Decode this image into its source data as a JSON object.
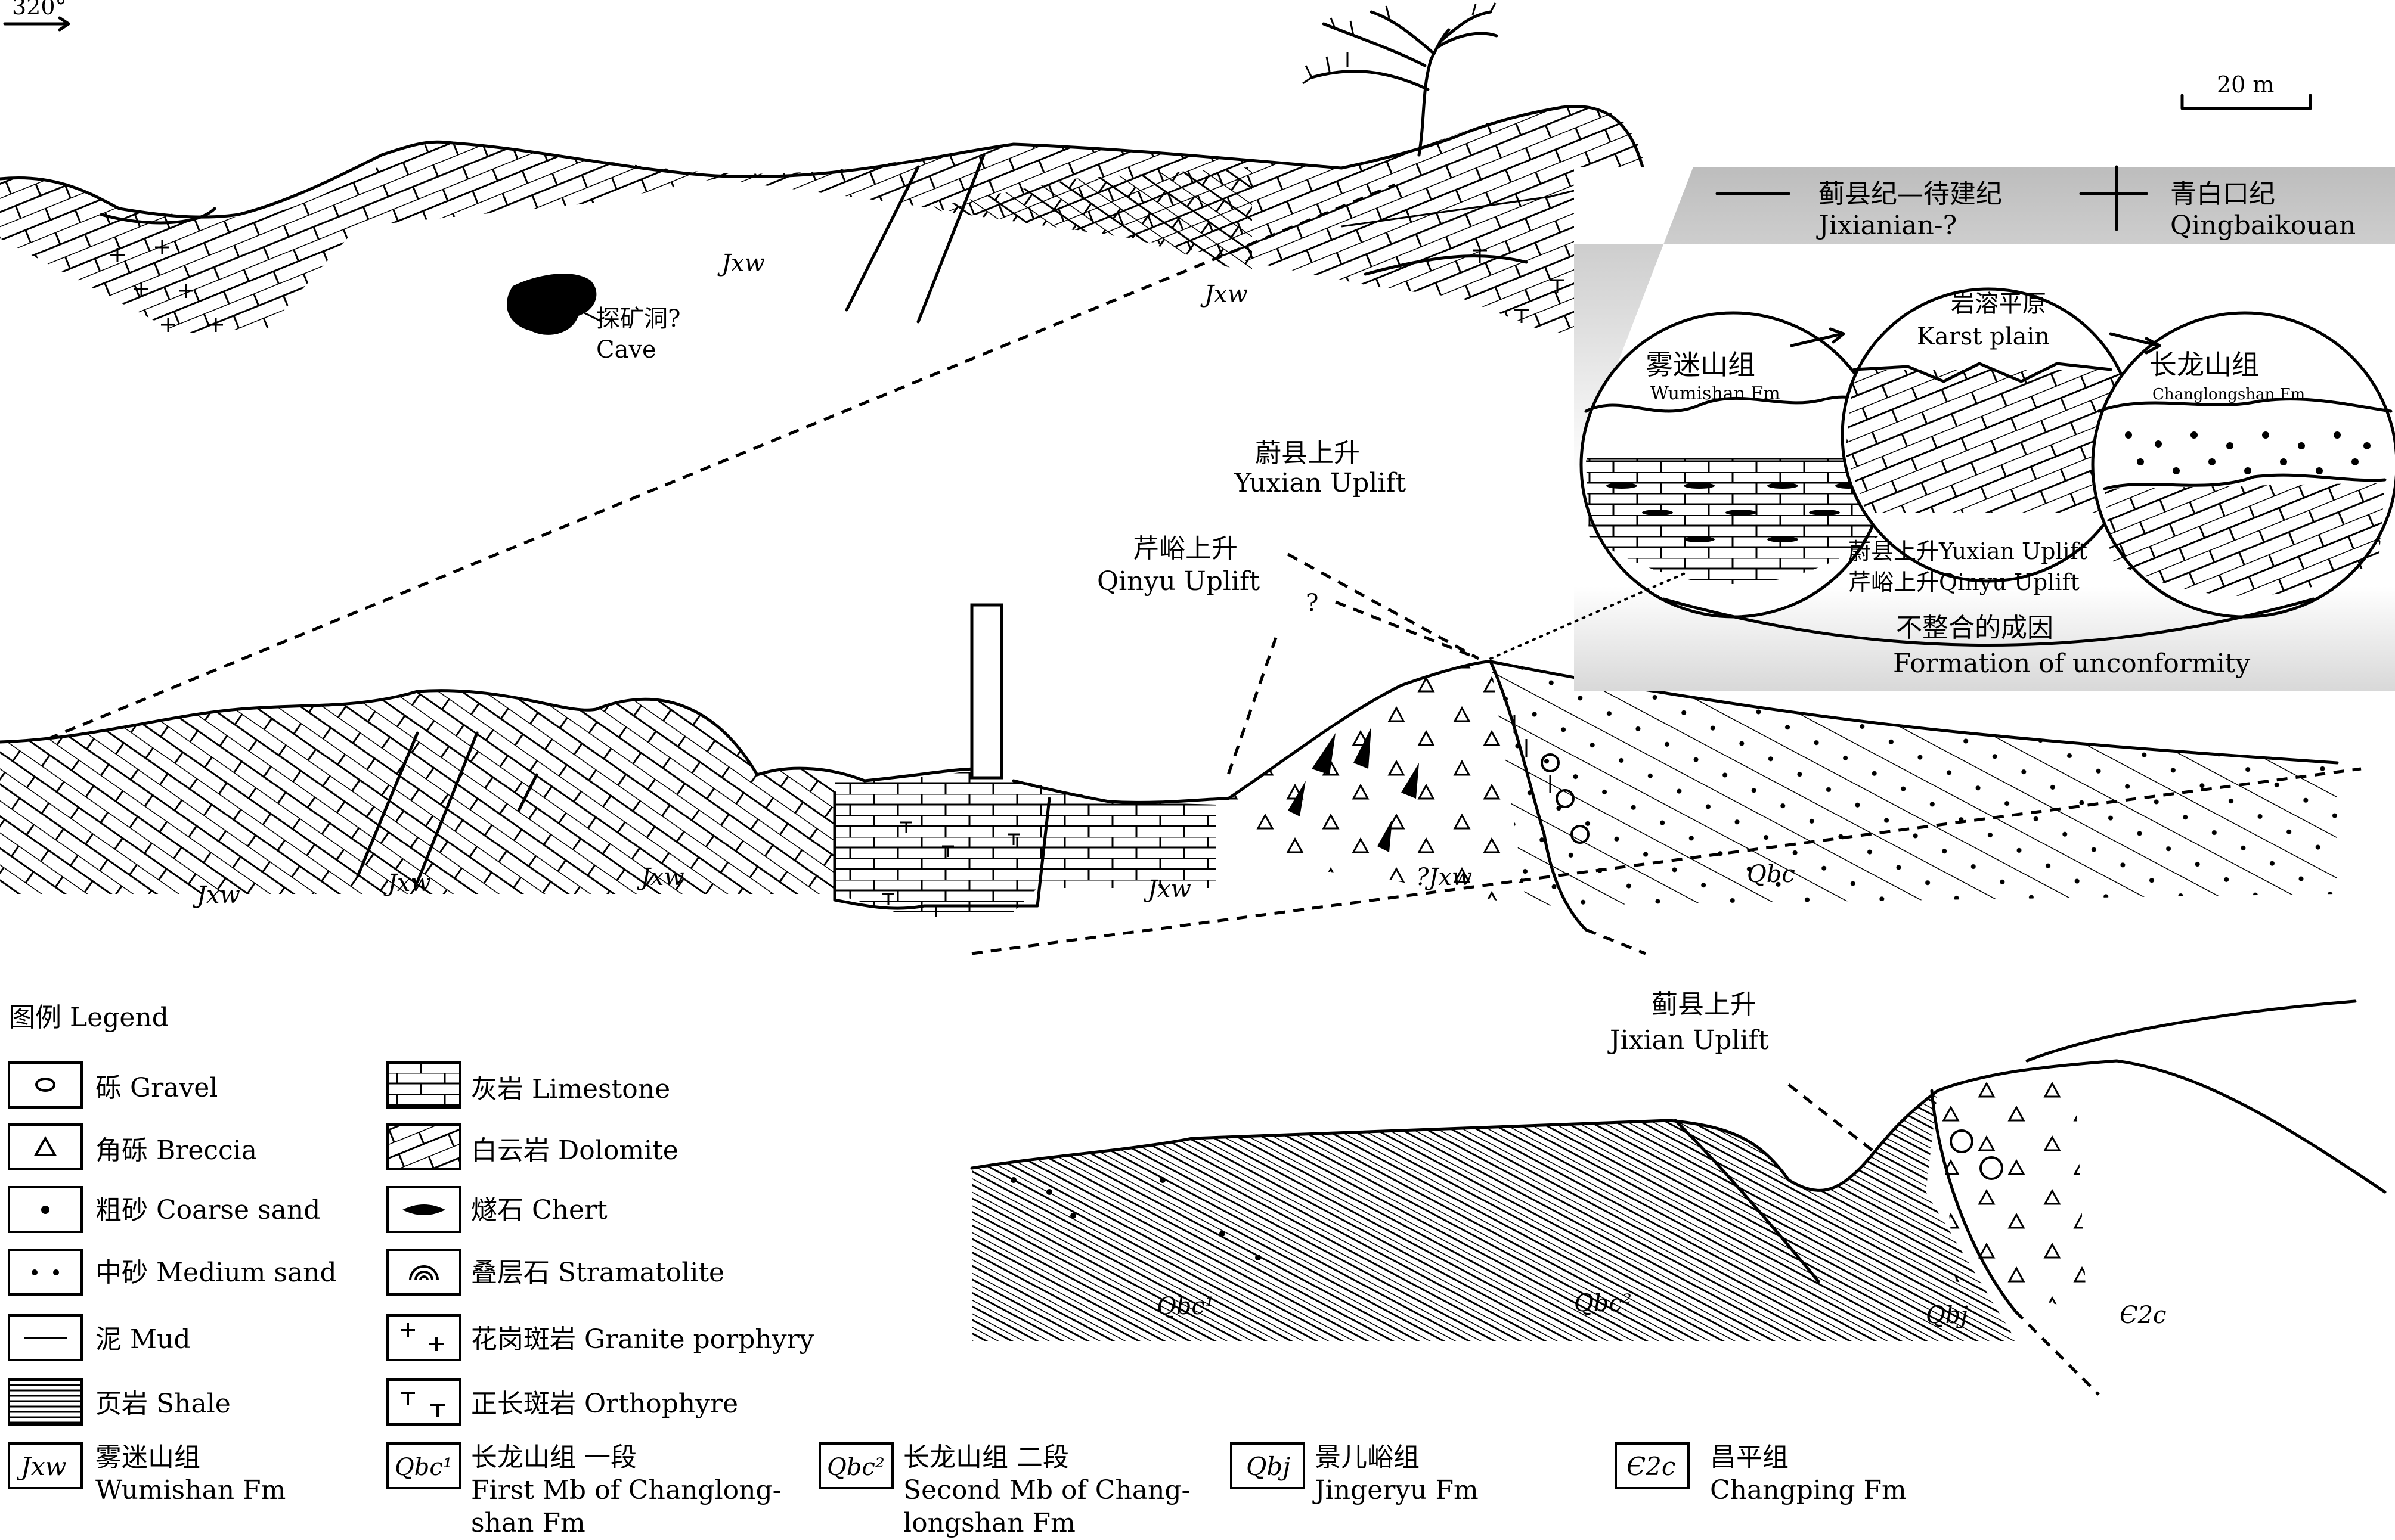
{
  "orientation": "320°",
  "scale": "20 m",
  "time_bar": {
    "left_cn": "蓟县纪—待建纪",
    "left_en": "Jixianian-?",
    "right_cn": "青白口纪",
    "right_en": "Qingbaikouan"
  },
  "inset": {
    "c1_cn": "雾迷山组",
    "c1_en": "Wumishan Fm",
    "c2_cn": "岩溶平原",
    "c2_en": "Karst plain",
    "c3_cn": "长龙山组",
    "c3_en": "Changlongshan Fm",
    "uplift1": "蔚县上升Yuxian Uplift",
    "uplift2": "芹峪上升Qinyu Uplift",
    "title_cn": "不整合的成因",
    "title_en": "Formation of unconformity"
  },
  "labels": {
    "cave_cn": "探矿洞?",
    "cave_en": "Cave",
    "jxw": "Jxw",
    "qjxw": "?Jxw",
    "qbc": "Qbc",
    "qbc1": "Qbc¹",
    "qbc2": "Qbc²",
    "qbj": "Qbj",
    "e2c": "Є2c",
    "yuxian_cn": "蔚县上升",
    "yuxian_en": "Yuxian Uplift",
    "qinyu_cn": "芹峪上升",
    "qinyu_en": "Qinyu Uplift",
    "qmark": "?",
    "jixian_cn": "蓟县上升",
    "jixian_en": "Jixian Uplift"
  },
  "legend": {
    "title": "图例 Legend",
    "col1": [
      "砾 Gravel",
      "角砾 Breccia",
      "粗砂 Coarse sand",
      "中砂 Medium sand",
      "泥 Mud",
      "页岩 Shale"
    ],
    "col2": [
      "灰岩 Limestone",
      "白云岩 Dolomite",
      "燧石 Chert",
      "叠层石 Stramatolite",
      "花岗斑岩 Granite porphyry",
      "正长斑岩 Orthophyre"
    ],
    "formations": [
      {
        "code": "Jxw",
        "cn": "雾迷山组",
        "en": "Wumishan Fm"
      },
      {
        "code": "Qbc¹",
        "cn": "长龙山组 一段",
        "en": "First Mb of Changlong-",
        "en2": "shan Fm"
      },
      {
        "code": "Qbc²",
        "cn": "长龙山组 二段",
        "en": "Second Mb of Chang-",
        "en2": "longshan Fm"
      },
      {
        "code": "Qbj",
        "cn": "景儿峪组",
        "en": "Jingeryu Fm"
      },
      {
        "code": "Є2c",
        "cn": "昌平组",
        "en": "Changping Fm"
      }
    ]
  }
}
